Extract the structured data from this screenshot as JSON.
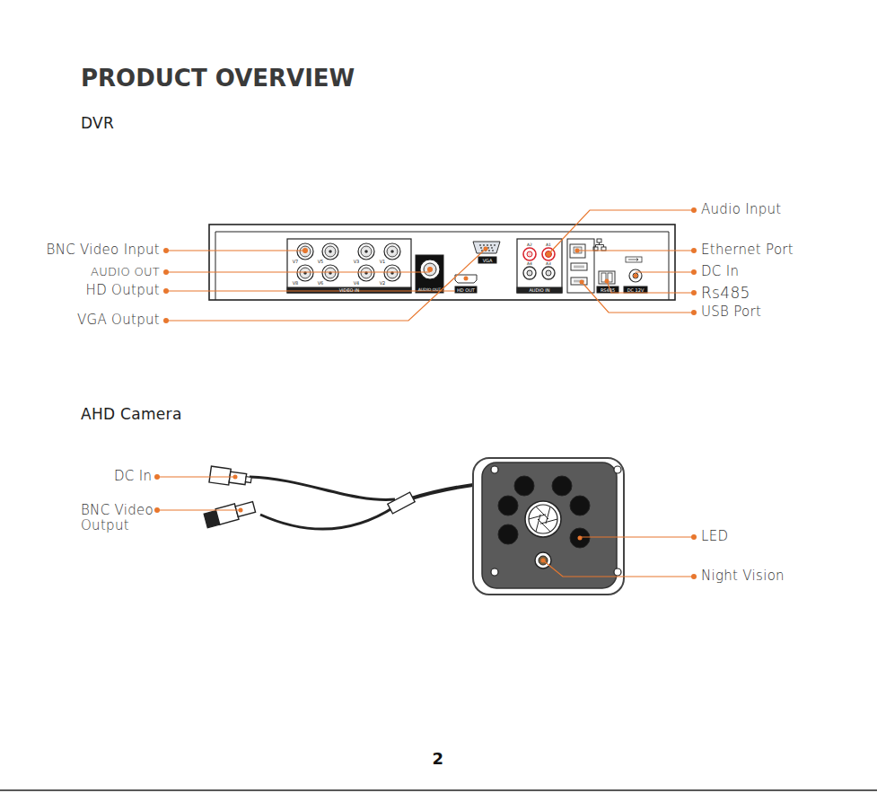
{
  "diagram": {
    "title": "PRODUCT OVERVIEW",
    "labels": [
      "DVR",
      "BNC Video Input",
      "AUDIO OUT",
      "HD Output",
      "VGA Output",
      "Audio Input",
      "Ethernet Port",
      "DC In",
      "Rs485",
      "USB Port",
      "V7",
      "V5",
      "V3",
      "V1",
      "V8",
      "V6",
      "V4",
      "V2",
      "VIDEO IN",
      "AUDIO OUT",
      "VGA",
      "HD OUT",
      "A2",
      "A1",
      "A4",
      "A3",
      "AUDIO IN",
      "RS485",
      "DC 12V",
      "AHD Camera",
      "DC In",
      "BNC Video Output",
      "LED",
      "Night Vision",
      "2"
    ]
  }
}
